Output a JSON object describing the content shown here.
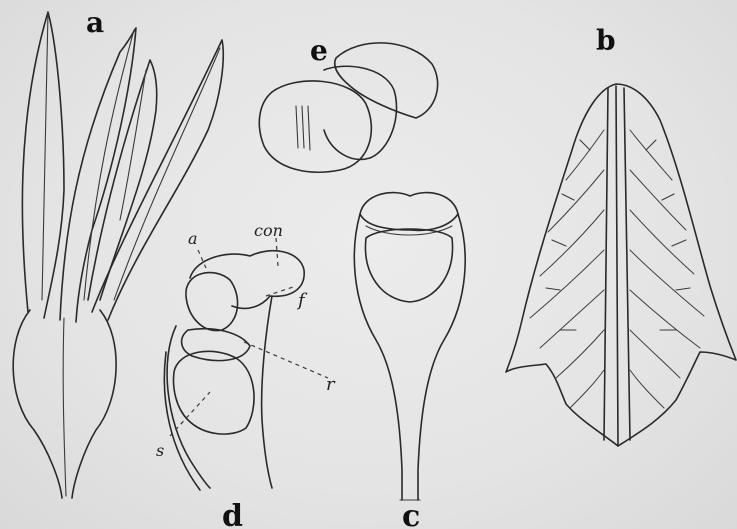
{
  "panels": {
    "a": {
      "label": "a"
    },
    "b": {
      "label": "b"
    },
    "c": {
      "label": "c"
    },
    "d": {
      "label": "d",
      "parts": {
        "a": "a",
        "con": "con",
        "f": "f",
        "r": "r",
        "s": "s"
      }
    },
    "e": {
      "label": "e"
    }
  }
}
